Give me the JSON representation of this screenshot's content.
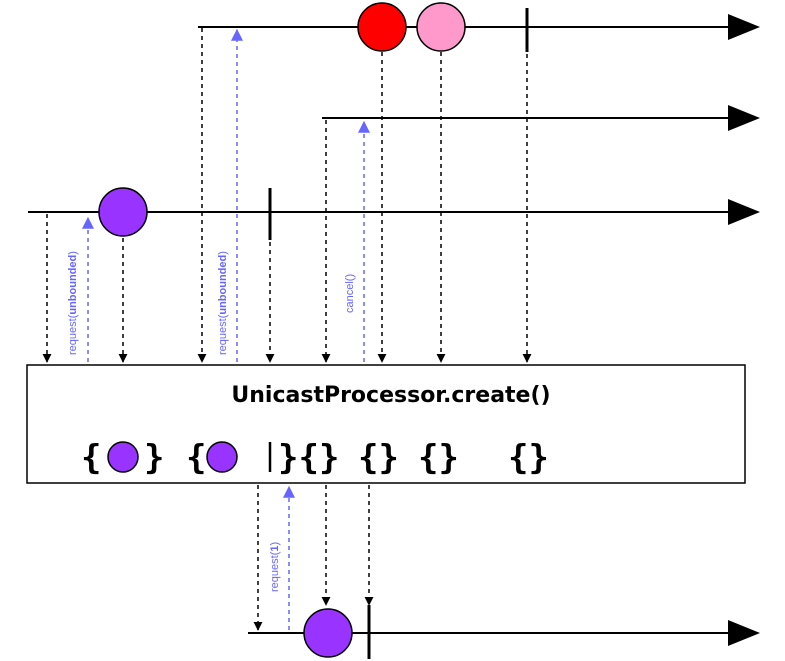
{
  "processor": {
    "title": "UnicastProcessor.create()"
  },
  "labels": {
    "request_unbounded_1_prefix": "request(",
    "request_unbounded_1_bold": "unbounded",
    "request_unbounded_1_suffix": ")",
    "request_unbounded_2_prefix": "request(",
    "request_unbounded_2_bold": "unbounded",
    "request_unbounded_2_suffix": ")",
    "cancel": "cancel()",
    "request_one_prefix": "request(",
    "request_one_bold": "1",
    "request_one_suffix": ")"
  },
  "braces": {
    "b1_open": "{",
    "b1_close": "}",
    "b2_open": "{",
    "b3": "}{}",
    "b4": "{}",
    "b5": "{}",
    "b6": "{}"
  },
  "colors": {
    "timeline": "#000000",
    "dashed_signal": "#000000",
    "request_signal": "#6666ff",
    "emission_red": "#ff0000",
    "emission_pink": "#ff99cc",
    "emission_purple": "#9933ff"
  }
}
